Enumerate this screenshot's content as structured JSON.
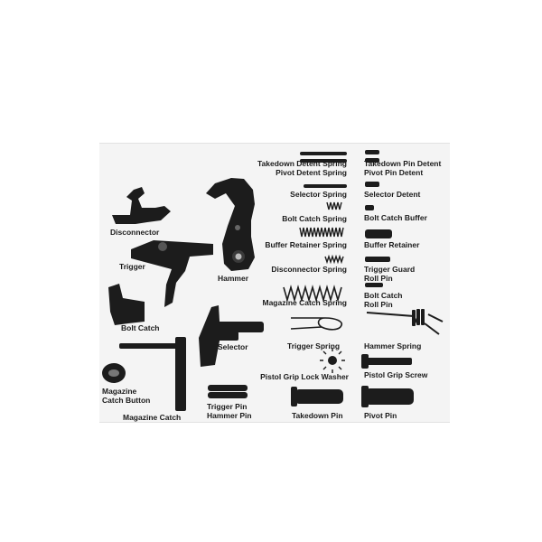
{
  "labels": {
    "disconnector": "Disconnector",
    "trigger": "Trigger",
    "hammer": "Hammer",
    "bolt_catch": "Bolt Catch",
    "selector": "Selector",
    "magazine_catch_button_1": "Magazine",
    "magazine_catch_button_2": "Catch Button",
    "magazine_catch": "Magazine Catch",
    "takedown_detent_spring": "Takedown Detent Spring",
    "pivot_detent_spring": "Pivot Detent Spring",
    "selector_spring": "Selector Spring",
    "bolt_catch_spring": "Bolt Catch Spring",
    "buffer_retainer_spring": "Buffer Retainer Spring",
    "disconnector_spring": "Disconnector Spring",
    "magazine_catch_spring": "Magazine Catch Spring",
    "trigger_spring": "Trigger Spring",
    "pistol_grip_lock_washer": "Pistol Grip Lock Washer",
    "trigger_pin": "Trigger Pin",
    "hammer_pin": "Hammer Pin",
    "takedown_pin": "Takedown Pin",
    "takedown_pin_detent": "Takedown Pin Detent",
    "pivot_pin_detent": "Pivot Pin Detent",
    "selector_detent": "Selector Detent",
    "bolt_catch_buffer": "Bolt Catch Buffer",
    "buffer_retainer": "Buffer Retainer",
    "trigger_guard_roll_pin_1": "Trigger Guard",
    "trigger_guard_roll_pin_2": "Roll Pin",
    "bolt_catch_roll_pin_1": "Bolt Catch",
    "bolt_catch_roll_pin_2": "Roll Pin",
    "hammer_spring": "Hammer Spring",
    "pistol_grip_screw": "Pistol Grip Screw",
    "pivot_pin": "Pivot Pin"
  },
  "colors": {
    "background": "#f4f4f4",
    "parts": "#1c1c1c",
    "text": "#1a1a1a"
  }
}
